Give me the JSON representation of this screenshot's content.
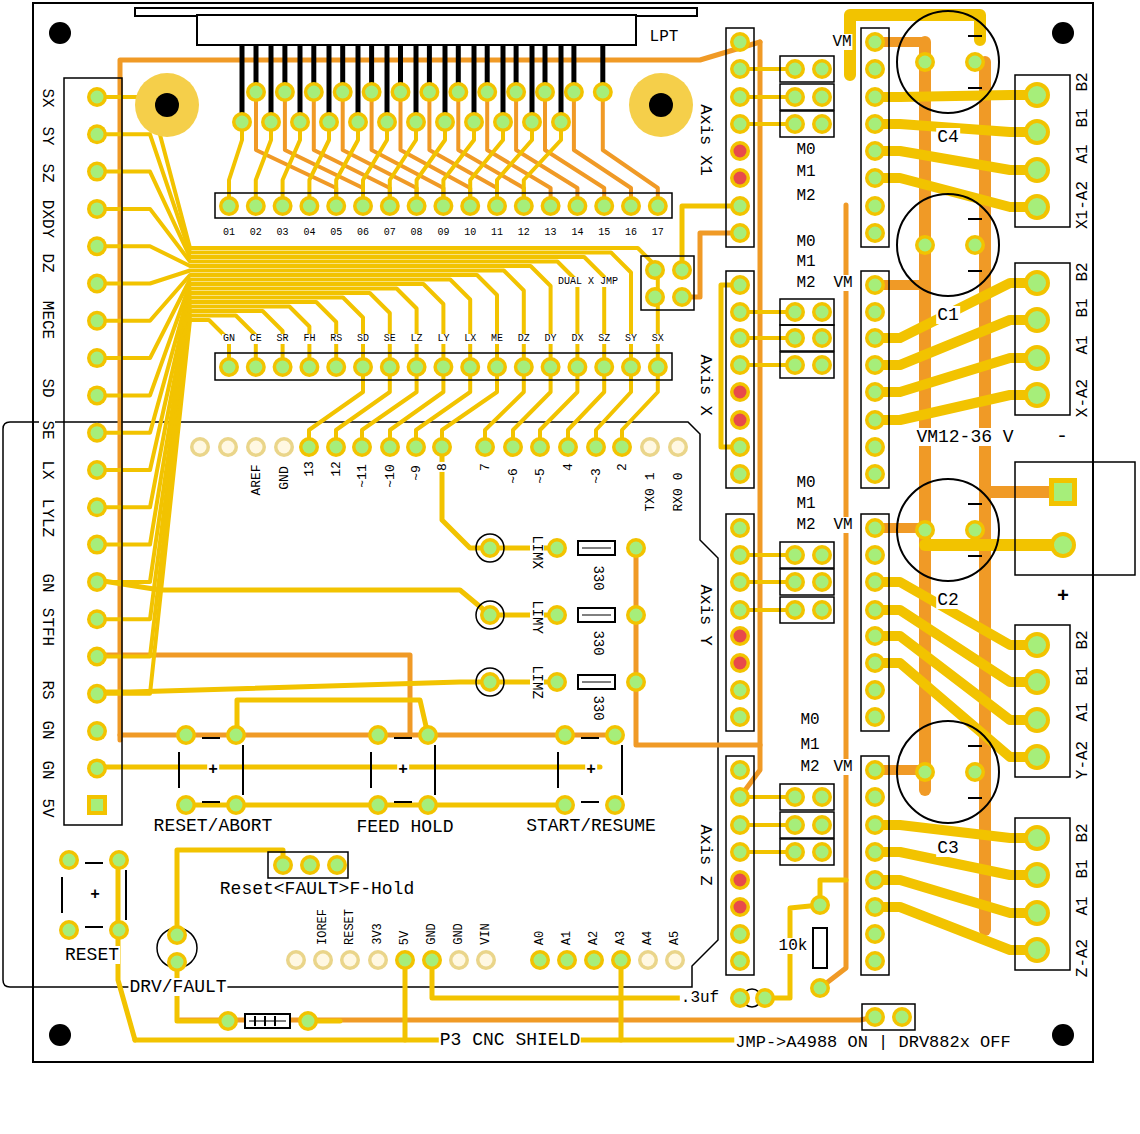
{
  "diagram": {
    "nodes": [
      {
        "text": [
          "C4"
        ]
      },
      {
        "text": [
          "C1"
        ]
      },
      {
        "text": [
          "C2"
        ]
      },
      {
        "text": [
          "C3"
        ]
      }
    ],
    "labels": [
      "LPT",
      "01",
      "02",
      "03",
      "04",
      "05",
      "06",
      "07",
      "08",
      "09",
      "10",
      "11",
      "12",
      "13",
      "14",
      "15",
      "16",
      "17",
      "DUAL X JMP",
      "GN",
      "CE",
      "SR",
      "FH",
      "RS",
      "SD",
      "SE",
      "LZ",
      "LY",
      "LX",
      "ME",
      "DZ",
      "DY",
      "DX",
      "SZ",
      "SY",
      "SX",
      "SX",
      "SY",
      "SZ",
      "DXDY",
      "DZ",
      "MECE",
      "SD",
      "SE",
      "LX",
      "LYLZ",
      "GN",
      "STFH",
      "RS",
      "GN",
      "GN",
      "5V",
      "AREF",
      "GND",
      "13",
      "12",
      "~11",
      "~10",
      "~9",
      "8",
      "7",
      "~6",
      "~5",
      "4",
      "~3",
      "2",
      "TX0 1",
      "RX0 0",
      "LIMX",
      "LIMY",
      "LIMZ",
      "330",
      "330",
      "330",
      "Axis X1",
      "Axis X",
      "Axis Y",
      "Axis Z",
      "VM",
      "M0",
      "M1",
      "M2",
      "M0",
      "M1",
      "M2",
      "VM",
      "M0",
      "M1",
      "M2",
      "VM",
      "M0",
      "M1",
      "M2",
      "VM",
      "B2",
      "B1",
      "A1",
      "X1-A2",
      "B2",
      "B1",
      "A1",
      "X-A2",
      "B2",
      "B1",
      "A1",
      "Y-A2",
      "B2",
      "B1",
      "A1",
      "Z-A2",
      "VM12-36 V",
      "-",
      "+",
      "+",
      "+",
      "+",
      "+",
      "RESET/ABORT",
      "FEED HOLD",
      "START/RESUME",
      "Reset<FAULT>F-Hold",
      "RESET",
      "DRV/FAULT",
      "IOREF",
      "RESET",
      "3V3",
      "5V",
      "GND",
      "GND",
      "VIN",
      "A0",
      "A1",
      "A2",
      "A3",
      "A4",
      "A5",
      "10k",
      ".3uf",
      "P3 CNC SHIELD",
      "JMP->A4988 ON | DRV882x OFF"
    ]
  }
}
